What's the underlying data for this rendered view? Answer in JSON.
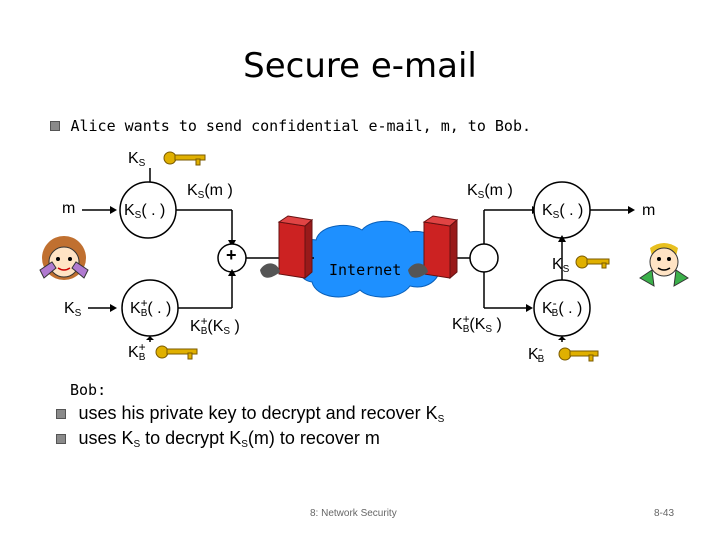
{
  "title": "Secure e-mail",
  "intro_bullet": "Alice wants to send confidential e-mail, m, to Bob.",
  "diagram": {
    "ks_top": "K",
    "ks_sub": "S",
    "m_left": "m",
    "enc_ks": "K",
    "enc_ks_sub": "S",
    "enc_ks_arg": "( . )",
    "out_ks_msg_left": "K",
    "out_ks_msg_left_sub": "S",
    "out_ks_msg_left_arg": "(m )",
    "out_ks_msg_right": "K",
    "out_ks_msg_right_sub": "S",
    "out_ks_msg_right_arg": "(m )",
    "dec_ks": "K",
    "dec_ks_sub": "S",
    "dec_ks_arg": "( . )",
    "m_right": "m",
    "plus_left": "+",
    "internet_label": "Internet",
    "ks_right": "K",
    "ks_right_sub": "S",
    "ks_left_lower": "K",
    "ks_left_lower_sub": "S",
    "enc_kb": "K",
    "enc_kb_sub": "B",
    "enc_kb_sup": "+",
    "enc_kb_arg": "( . )",
    "out_kb_left": "K",
    "out_kb_left_sub": "B",
    "out_kb_left_sup": "+",
    "out_kb_left_arg": "(K",
    "out_kb_left_arg_sub": "S",
    "out_kb_left_close": " )",
    "out_kb_right": "K",
    "out_kb_right_sub": "B",
    "out_kb_right_sup": "+",
    "out_kb_right_arg": "(K",
    "out_kb_right_arg_sub": "S",
    "out_kb_right_close": " )",
    "dec_kb": "K",
    "dec_kb_sub": "B",
    "dec_kb_sup": "-",
    "dec_kb_arg": "( . )",
    "kb_plus_key": "K",
    "kb_plus_key_sub": "B",
    "kb_plus_key_sup": "+",
    "kb_minus_key": "K",
    "kb_minus_key_sub": "B",
    "kb_minus_key_sup": "-"
  },
  "bob": {
    "heading": "Bob:",
    "bullet1_pre": "uses his private key to decrypt and recover K",
    "bullet1_sub": "S",
    "bullet2_pre": "uses K",
    "bullet2_sub1": "S",
    "bullet2_mid": " to decrypt K",
    "bullet2_sub2": "S",
    "bullet2_post": "(m) to recover m"
  },
  "footer": {
    "center": "8: Network Security",
    "right": "8-43"
  },
  "colors": {
    "bullet": "#8a8a8a",
    "cloud": "#1e90ff",
    "key": "#e0b000",
    "router": "#cc2222"
  }
}
